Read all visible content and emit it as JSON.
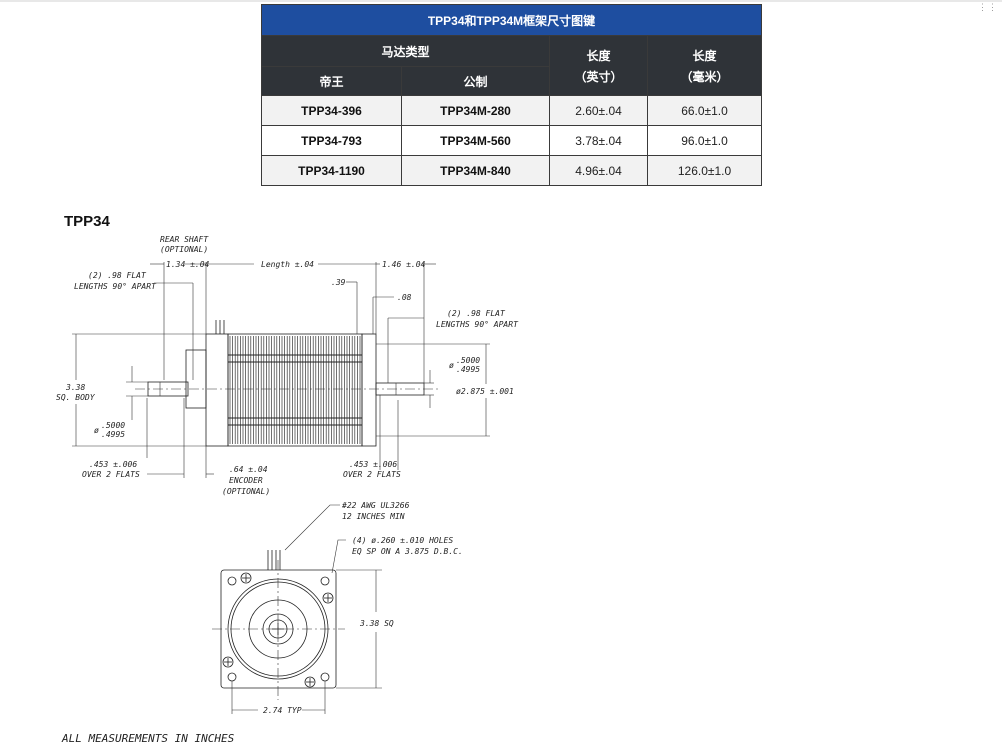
{
  "table": {
    "title": "TPP34和TPP34M框架尺寸图键",
    "motor_type": "马达类型",
    "col_imperial": "帝王",
    "col_metric": "公制",
    "col_len_in": "长度",
    "col_len_in_unit": "（英寸）",
    "col_len_mm": "长度",
    "col_len_mm_unit": "（毫米）",
    "rows": [
      {
        "imperial": "TPP34-396",
        "metric": "TPP34M-280",
        "inch": "2.60±.04",
        "mm": "66.0±1.0"
      },
      {
        "imperial": "TPP34-793",
        "metric": "TPP34M-560",
        "inch": "3.78±.04",
        "mm": "96.0±1.0"
      },
      {
        "imperial": "TPP34-1190",
        "metric": "TPP34M-840",
        "inch": "4.96±.04",
        "mm": "126.0±1.0"
      }
    ]
  },
  "section_title": "TPP34",
  "labels": {
    "rear_shaft": "REAR SHAFT",
    "optional": "(OPTIONAL)",
    "rear_len": "1.34 ±.04",
    "length": "Length ±.04",
    "front_len": "1.46 ±.04",
    "flat_left_1": "(2) .98 FLAT",
    "flat_left_2": "LENGTHS 90° APART",
    "d39": ".39",
    "d08": ".08",
    "flat_right_1": "(2) .98 FLAT",
    "flat_right_2": "LENGTHS 90° APART",
    "body_1": "3.38",
    "body_2": "SQ. BODY",
    "dia_right_a": ".5000",
    "dia_right_b": ".4995",
    "pilot": "ø2.875 ±.001",
    "dia_left_a": ".5000",
    "dia_left_b": ".4995",
    "flats_left_1": ".453 ±.006",
    "flats_left_2": "OVER 2 FLATS",
    "encoder_1": ".64 ±.04",
    "encoder_2": "ENCODER",
    "encoder_3": "(OPTIONAL)",
    "flats_right_1": ".453 ±.006",
    "flats_right_2": "OVER 2 FLATS",
    "awg_1": "#22 AWG UL3266",
    "awg_2": "12 INCHES MIN",
    "holes_1": "(4) ø.260 ±.010 HOLES",
    "holes_2": "EQ SP ON A 3.875 D.B.C.",
    "sq": "3.38 SQ",
    "typ": "2.74 TYP"
  },
  "footer": "ALL MEASUREMENTS IN INCHES"
}
